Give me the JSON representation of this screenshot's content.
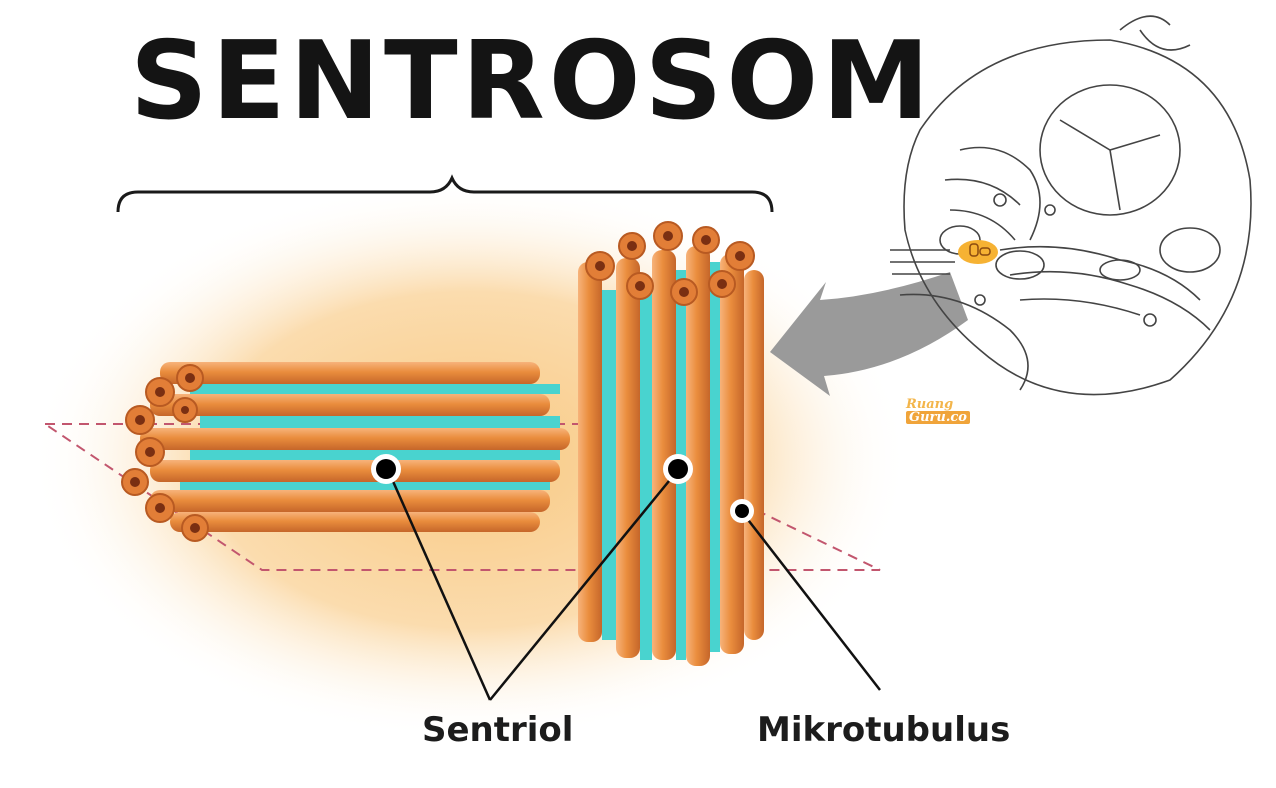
{
  "diagram": {
    "title": "SENTROSOM",
    "labels": {
      "sentriol": "Sentriol",
      "mikrotubulus": "Mikrotubulus"
    },
    "watermark": {
      "line1": "Ruang",
      "line2": "Guru.co"
    }
  },
  "colors": {
    "background_glow": "#f8cf8f",
    "tubule_orange": "#e98c3c",
    "tubule_dark": "#c8682a",
    "tubule_highlight": "#f6b27a",
    "tubule_cyan": "#49d3cf",
    "plane_dash": "#c2566e",
    "arrow_gray": "#9a9a9a",
    "title_black": "#141414"
  }
}
